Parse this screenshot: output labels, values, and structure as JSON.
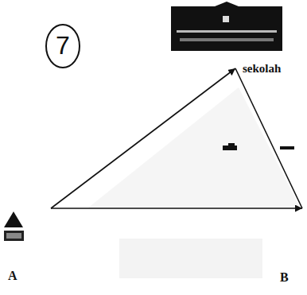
{
  "diagram": {
    "nodes": [
      {
        "text": [
          "A"
        ]
      },
      {
        "text": [
          "sekolah"
        ]
      },
      {
        "text": [
          "B"
        ]
      }
    ],
    "edges": [
      {
        "from": 0,
        "to": 1,
        "arrow": "to"
      },
      {
        "from": 0,
        "to": 2,
        "arrow": "to"
      },
      {
        "from": 1,
        "to": 2,
        "arrow": "none"
      }
    ],
    "labels": [
      "7"
    ]
  }
}
